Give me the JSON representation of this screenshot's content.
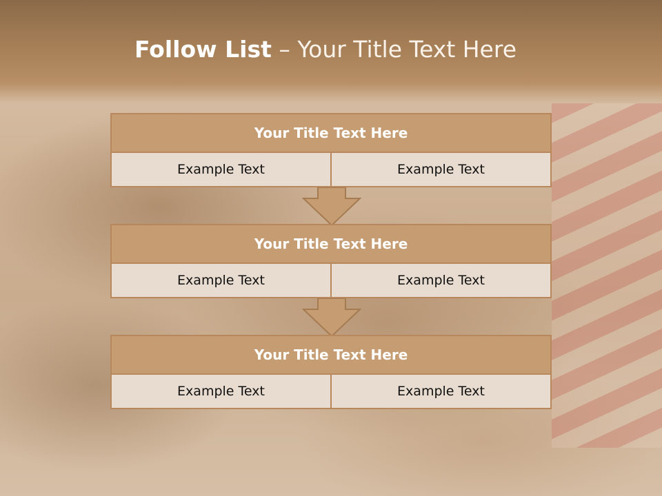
{
  "slide": {
    "title_bold": "Follow List",
    "title_rest": "– Your Title Text Here"
  },
  "blocks": [
    {
      "title": "Your Title Text Here",
      "cells": [
        "Example Text",
        "Example Text"
      ]
    },
    {
      "title": "Your Title Text Here",
      "cells": [
        "Example Text",
        "Example Text"
      ]
    },
    {
      "title": "Your Title Text Here",
      "cells": [
        "Example Text",
        "Example Text"
      ]
    }
  ],
  "colors": {
    "header_band": "#a67f57",
    "block_head": "#c69d73",
    "block_cell": "#e8dbcf",
    "border": "#b8885c",
    "arrow_fill": "#c69d73"
  }
}
